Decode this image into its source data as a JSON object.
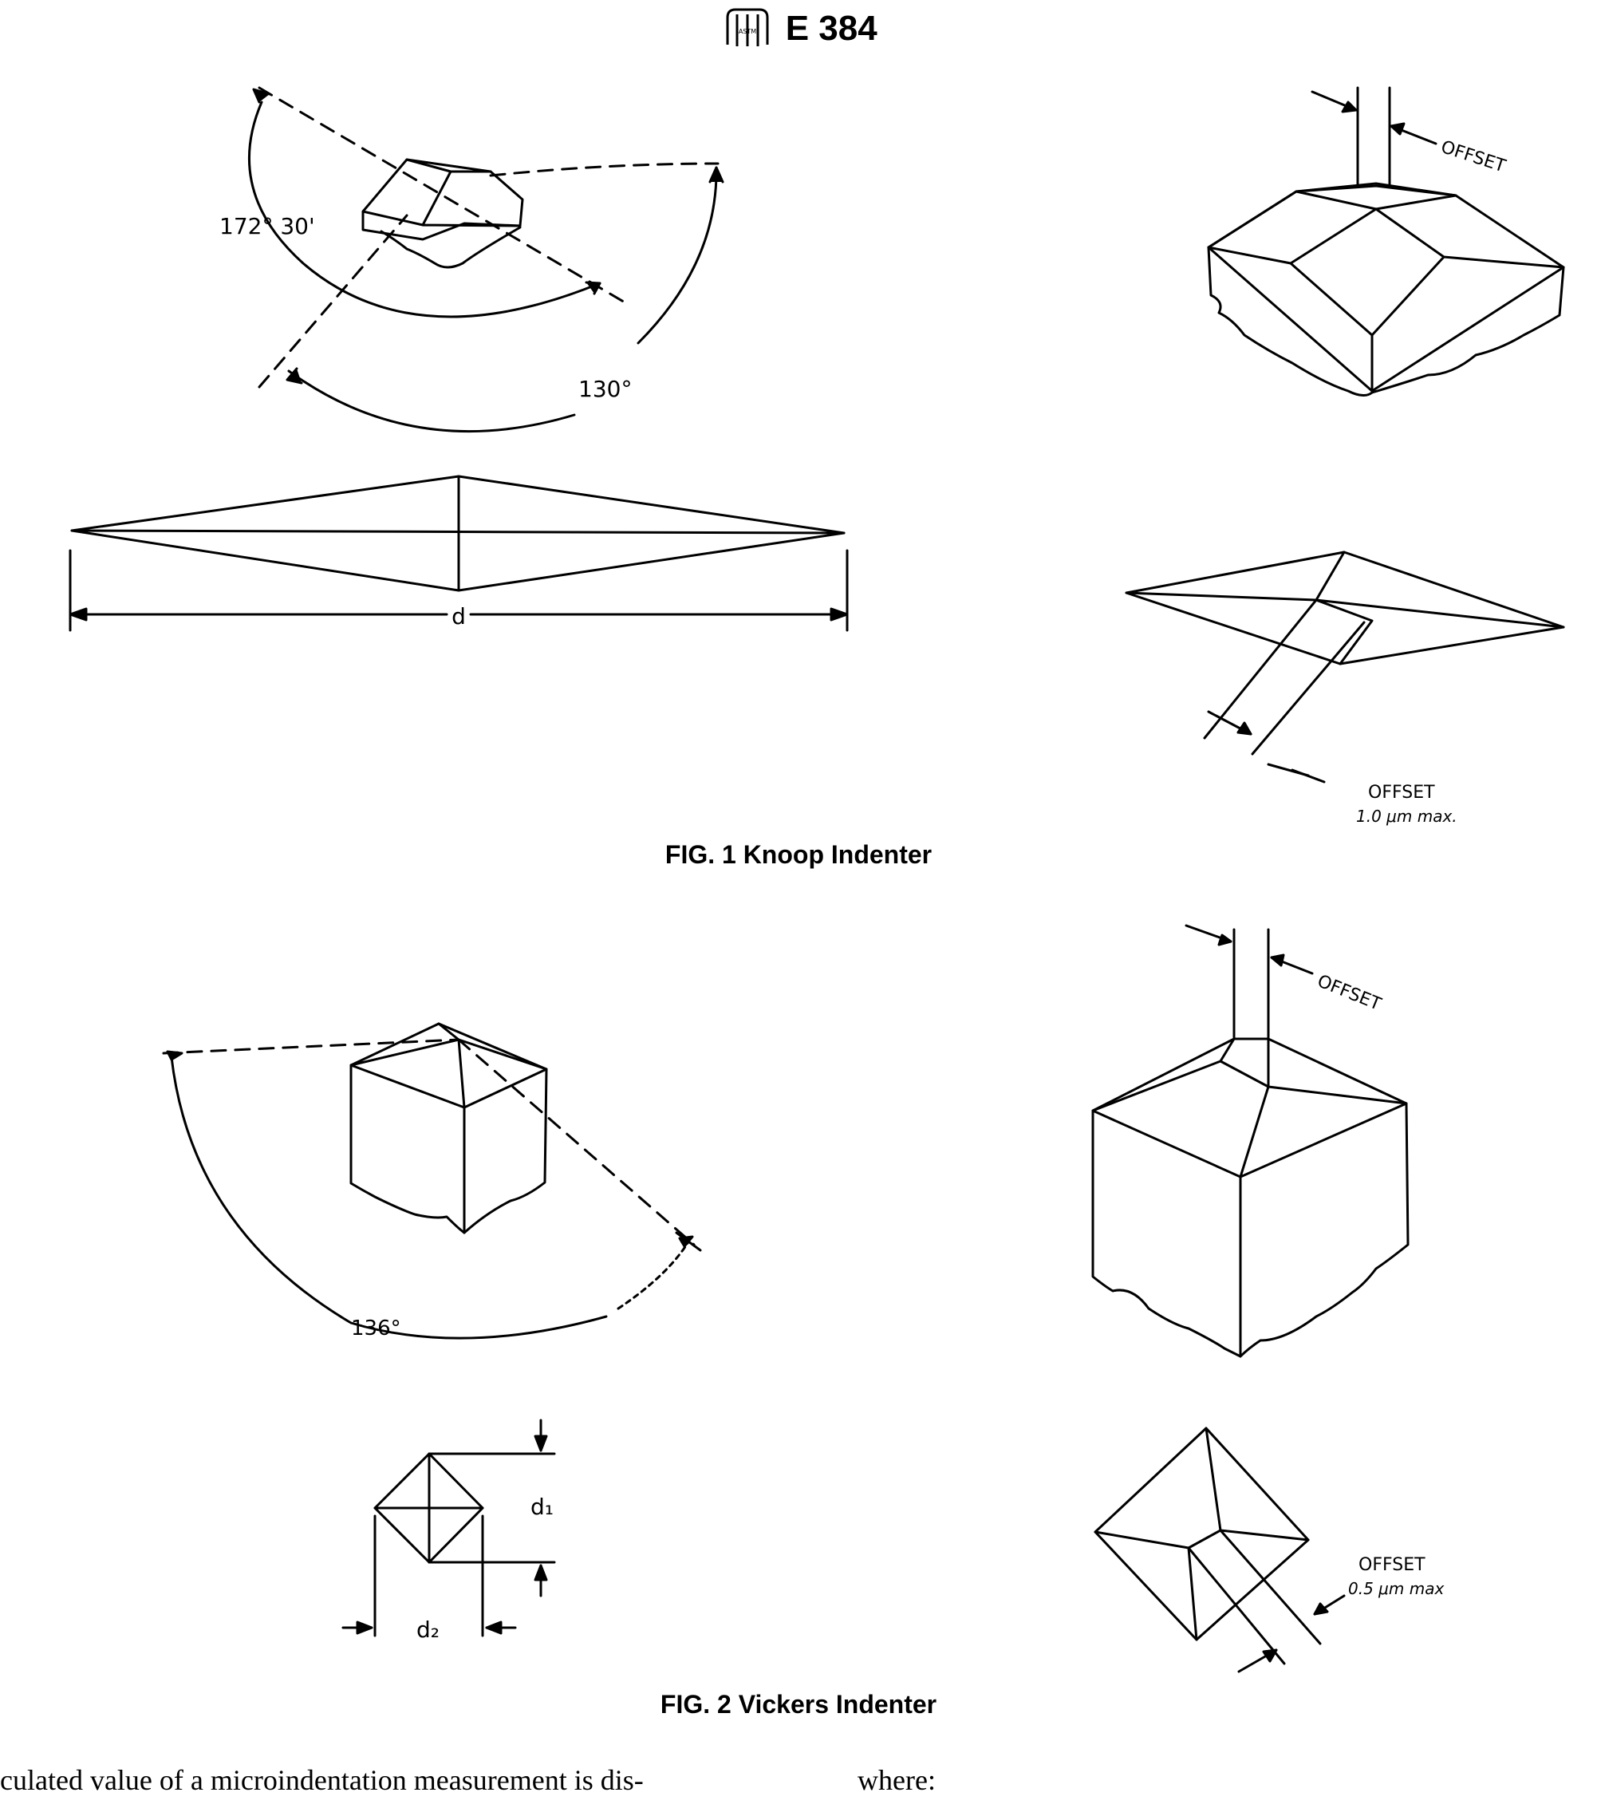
{
  "header": {
    "logo_text": "ASTM",
    "designation": "E 384"
  },
  "fig1": {
    "caption": "FIG. 1 Knoop Indenter",
    "angle_long": "172° 30'",
    "angle_short": "130°",
    "diag_label": "d",
    "offset_top": "OFFSET",
    "offset_bottom": "OFFSET",
    "offset_bottom_max": "1.0 μm max."
  },
  "fig2": {
    "caption": "FIG. 2 Vickers Indenter",
    "angle": "136°",
    "d1": "d₁",
    "d2": "d₂",
    "offset_top": "OFFSET",
    "offset_bottom": "OFFSET",
    "offset_bottom_max": "0.5 μm max"
  },
  "body": {
    "left_fragment": "culated value of a microindentation measurement is dis-",
    "right_fragment": "where:"
  }
}
